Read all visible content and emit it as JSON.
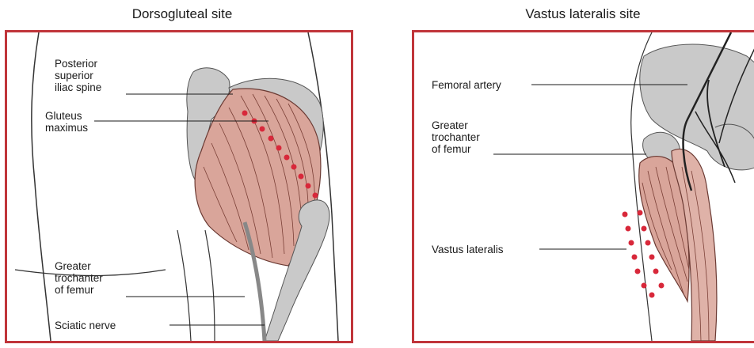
{
  "panels": {
    "left": {
      "title": "Dorsogluteal site",
      "labels": {
        "psis": "Posterior\nsuperior\niliac spine",
        "gluteus": "Gluteus\nmaximus",
        "trochanter": "Greater\ntrochanter\nof femur",
        "sciatic": "Sciatic nerve"
      }
    },
    "right": {
      "title": "Vastus lateralis site",
      "labels": {
        "femoral": "Femoral artery",
        "trochanter": "Greater\ntrochanter\nof femur",
        "vastus": "Vastus lateralis"
      }
    }
  },
  "colors": {
    "frame": "#c0353a",
    "muscle": "#d9a59a",
    "bone": "#c9c9c9",
    "injection_dot": "#d8283a"
  }
}
